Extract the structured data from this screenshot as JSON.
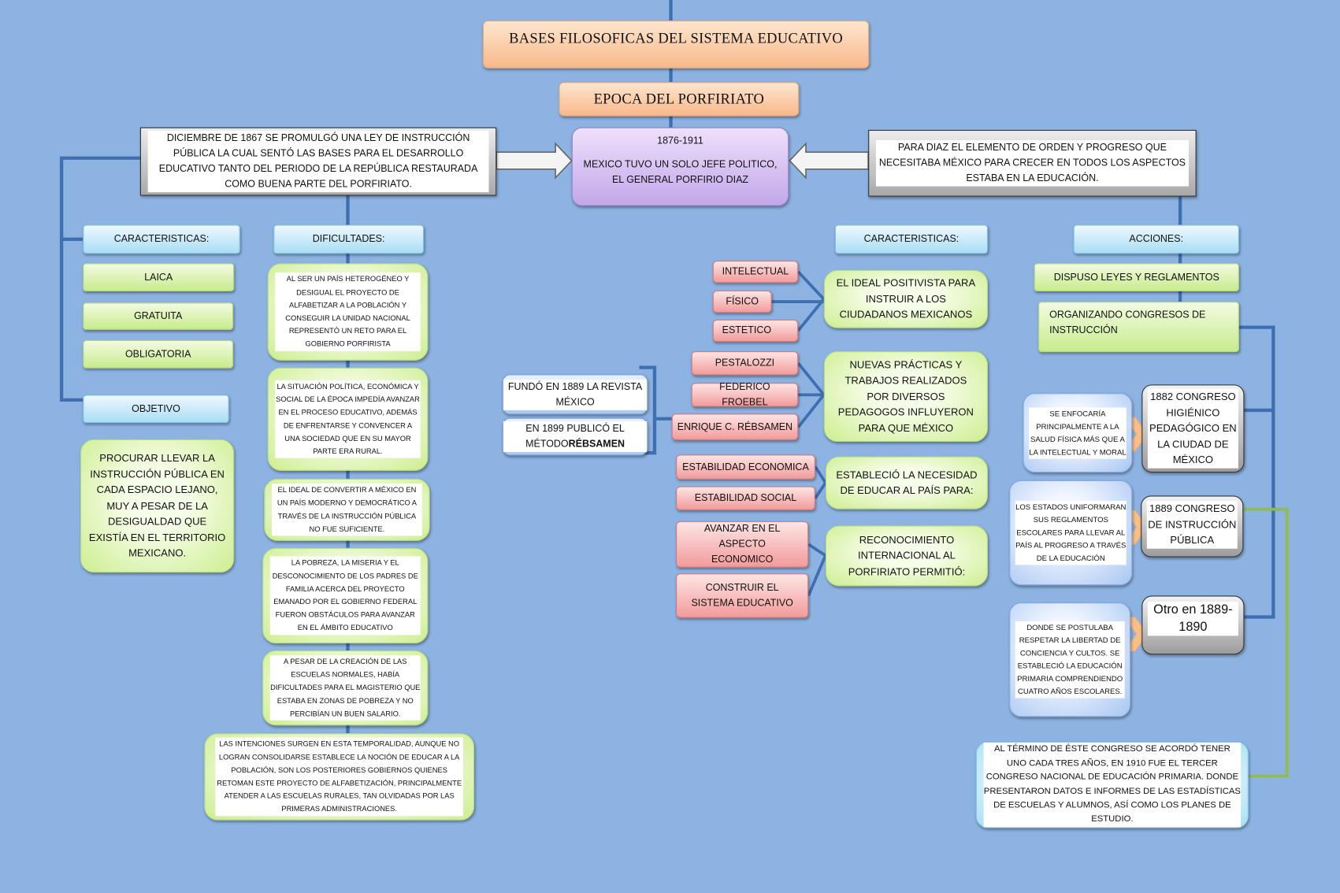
{
  "header": {
    "title": "BASES  FILOSOFICAS DEL SISTEMA EDUCATIVO",
    "subtitle": "EPOCA DEL PORFIRIATO"
  },
  "top": {
    "left": "DICIEMBRE DE 1867 SE PROMULGÓ UNA LEY DE INSTRUCCIÓN PÚBLICA LA CUAL SENTÓ LAS BASES PARA EL DESARROLLO EDUCATIVO TANTO DEL PERIODO DE LA REPÚBLICA RESTAURADA COMO BUENA PARTE DEL PORFIRIATO.",
    "center_years": "1876-1911",
    "center_text": "MEXICO TUVO UN SOLO JEFE POLITICO, EL GENERAL PORFIRIO DIAZ",
    "right": "PARA DIAZ EL ELEMENTO DE ORDEN Y PROGRESO QUE NECESITABA MÉXICO PARA CRECER EN TODOS LOS ASPECTOS ESTABA EN LA EDUCACIÓN."
  },
  "left": {
    "caracteristicas_label": "CARACTERISTICAS:",
    "caracteristicas": [
      "LAICA",
      "GRATUITA",
      "OBLIGATORIA"
    ],
    "objetivo_label": "OBJETIVO",
    "objetivo_text": "PROCURAR LLEVAR LA INSTRUCCIÓN PÚBLICA EN CADA ESPACIO LEJANO, MUY A PESAR DE LA DESIGUALDAD QUE EXISTÍA EN EL TERRITORIO MEXICANO.",
    "dificultades_label": "DIFICULTADES:",
    "dificultades": [
      "AL SER UN PAÍS HETEROGÉNEO  Y DESIGUAL EL PROYECTO DE ALFABETIZAR A LA POBLACIÓN Y CONSEGUIR LA UNIDAD NACIONAL REPRESENTÓ UN RETO PARA EL GOBIERNO PORFIRISTA",
      "LA SITUACIÓN POLÍTICA, ECONÓMICA Y SOCIAL DE LA ÉPOCA IMPEDÍA AVANZAR EN EL PROCESO EDUCATIVO, ADEMÁS DE ENFRENTARSE Y CONVENCER A UNA SOCIEDAD QUE EN SU MAYOR PARTE ERA RURAL.",
      "EL IDEAL DE CONVERTIR A MÉXICO EN UN PAÍS MODERNO Y DEMOCRÁTICO A TRAVÉS DE LA INSTRUCCIÓN PÚBLICA NO FUE SUFICIENTE.",
      "LA POBREZA, LA MISERIA Y EL DESCONOCIMIENTO DE LOS PADRES DE FAMILIA ACERCA DEL PROYECTO EMANADO POR EL GOBIERNO FEDERAL FUERON OBSTÁCULOS PARA AVANZAR EN EL ÁMBITO EDUCATIVO",
      "A PESAR DE LA CREACIÓN DE LAS ESCUELAS NORMALES, HABÍA DIFICULTADES PARA EL MAGISTERIO QUE ESTABA EN ZONAS DE POBREZA Y NO PERCIBÍAN UN BUEN SALARIO.",
      "LAS INTENCIONES SURGEN EN ESTA TEMPORALIDAD, AUNQUE NO LOGRAN CONSOLIDARSE ESTABLECE LA NOCIÓN DE EDUCAR A LA POBLACIÓN, SON LOS POSTERIORES GOBIERNOS QUIENES RETOMAN ESTE PROYECTO DE ALFABETIZACIÓN, PRINCIPALMENTE ATENDER A LAS ESCUELAS RURALES, TAN OLVIDADAS POR LAS PRIMERAS ADMINISTRACIONES."
    ]
  },
  "center": {
    "rebsamen_1": "FUNDÓ EN 1889 LA REVISTA MÉXICO",
    "rebsamen_2_prefix": "EN 1899 PUBLICÓ EL MÉTODO",
    "rebsamen_2_bold": "RÉBSAMEN",
    "red": [
      "INTELECTUAL",
      "FÍSICO",
      "ESTETICO",
      "PESTALOZZI",
      "FEDERICO FROEBEL",
      "ENRIQUE C. RÉBSAMEN",
      "ESTABILIDAD ECONOMICA",
      "ESTABILIDAD SOCIAL",
      "AVANZAR EN EL ASPECTO ECONOMICO",
      "CONSTRUIR EL SISTEMA EDUCATIVO"
    ]
  },
  "right": {
    "caracteristicas_label": "CARACTERISTICAS:",
    "caracteristicas": [
      "EL IDEAL POSITIVISTA PARA INSTRUIR A LOS CIUDADANOS MEXICANOS",
      "NUEVAS PRÁCTICAS Y TRABAJOS REALIZADOS POR DIVERSOS PEDAGOGOS INFLUYERON PARA QUE MÉXICO",
      "ESTABLECIÓ LA NECESIDAD DE EDUCAR AL PAÍS PARA:",
      "RECONOCIMIENTO INTERNACIONAL AL PORFIRIATO PERMITIÓ:"
    ],
    "acciones_label": "ACCIONES:",
    "acciones": [
      "DISPUSO LEYES Y REGLAMENTOS",
      "ORGANIZANDO CONGRESOS DE INSTRUCCIÓN"
    ],
    "congresos": [
      {
        "desc": "SE ENFOCARÍA PRINCIPALMENTE A LA SALUD FÍSICA MÁS QUE A LA INTELECTUAL Y MORAL",
        "name": "1882 CONGRESO HIGIÉNICO PEDAGÓGICO EN LA CIUDAD DE MÉXICO"
      },
      {
        "desc": "LOS ESTADOS UNIFORMARAN SUS REGLAMENTOS ESCOLARES PARA LLEVAR AL PAÍS AL PROGRESO A TRAVÉS DE LA EDUCACIÓN",
        "name": "1889 CONGRESO DE INSTRUCCIÓN PÚBLICA"
      },
      {
        "desc": "DONDE SE POSTULABA RESPETAR LA LIBERTAD DE CONCIENCIA Y CULTOS. SE ESTABLECIÓ LA EDUCACIÓN PRIMARIA COMPRENDIENDO CUATRO AÑOS ESCOLARES.",
        "name": "Otro en 1889-1890"
      }
    ],
    "final": "AL TÉRMINO DE ÉSTE CONGRESO SE ACORDÓ TENER UNO CADA TRES AÑOS, EN 1910 FUE EL TERCER CONGRESO NACIONAL DE EDUCACIÓN PRIMARIA. DONDE PRESENTARON DATOS E INFORMES DE LAS ESTADÍSTICAS DE ESCUELAS Y ALUMNOS, ASÍ COMO LOS PLANES DE ESTUDIO."
  },
  "colors": {
    "background": "#8db3e2",
    "connector": "#3f6fb0",
    "green_connector": "#8fbc4a"
  }
}
